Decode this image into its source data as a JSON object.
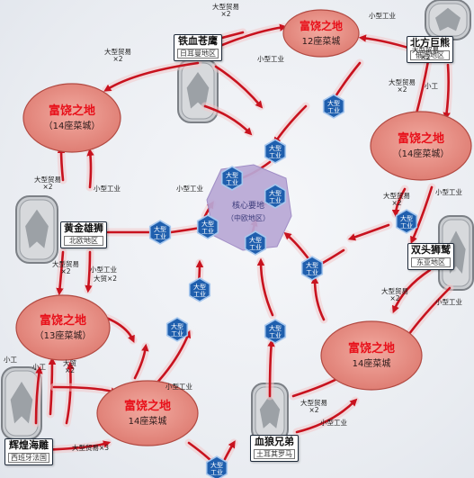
{
  "colors": {
    "land_fill": "#e58a80",
    "land_stroke": "#b24a42",
    "land_title": "#e8101a",
    "hex_fill": "#1f5fae",
    "hex_stroke": "#9cc2ee",
    "core_fill": "#b8a6d4",
    "arrow": "#c8121e",
    "arrow_light": "#f1c6c8"
  },
  "icons": [
    "eagle-shield-icon",
    "bear-shield-icon",
    "lion-shield-icon",
    "double-lion-shield-icon",
    "sea-carving-shield-icon",
    "wolf-shield-icon"
  ],
  "lands": [
    {
      "name": "富饶之地",
      "cities": "12座菜城"
    },
    {
      "name": "富饶之地",
      "cities": "（14座菜城）"
    },
    {
      "name": "富饶之地",
      "cities": "（14座菜城）"
    },
    {
      "name": "富饶之地",
      "cities": "（13座菜城）"
    },
    {
      "name": "富饶之地",
      "cities": "14座菜城"
    },
    {
      "name": "富饶之地",
      "cities": "14座菜城"
    }
  ],
  "core": {
    "name": "核心要地",
    "region": "（中欧地区）"
  },
  "factions": [
    {
      "name": "铁血苍鹰",
      "region": "日耳曼地区"
    },
    {
      "name": "北方巨熊",
      "region": "俄国地区"
    },
    {
      "name": "黄金雄狮",
      "region": "北欧地区"
    },
    {
      "name": "双头狮鹫",
      "region": "东亚地区"
    },
    {
      "name": "辉煌海雕",
      "region": "西班牙法国"
    },
    {
      "name": "血狼兄弟",
      "region": "土耳其罗马"
    }
  ],
  "hex": {
    "line1": "大型",
    "line2": "工业"
  },
  "route_labels": [
    "大型贸易\n×2",
    "小型工业",
    "小型工业",
    "大型贸易\n×2",
    "大型贸易\n×2",
    "小工",
    "大型贸易\n×2",
    "小型工业",
    "大型贸易\n×2",
    "小型工业",
    "大型贸易\n×2",
    "小型工业",
    "大型贸易\n×2",
    "小型工业",
    "大贸×2",
    "小工",
    "小工",
    "大贸\n×2",
    "大型贸易×3",
    "小型工业",
    "大型贸易\n×2",
    "小型工业",
    "大型贸易\n×2",
    "小型工业"
  ]
}
